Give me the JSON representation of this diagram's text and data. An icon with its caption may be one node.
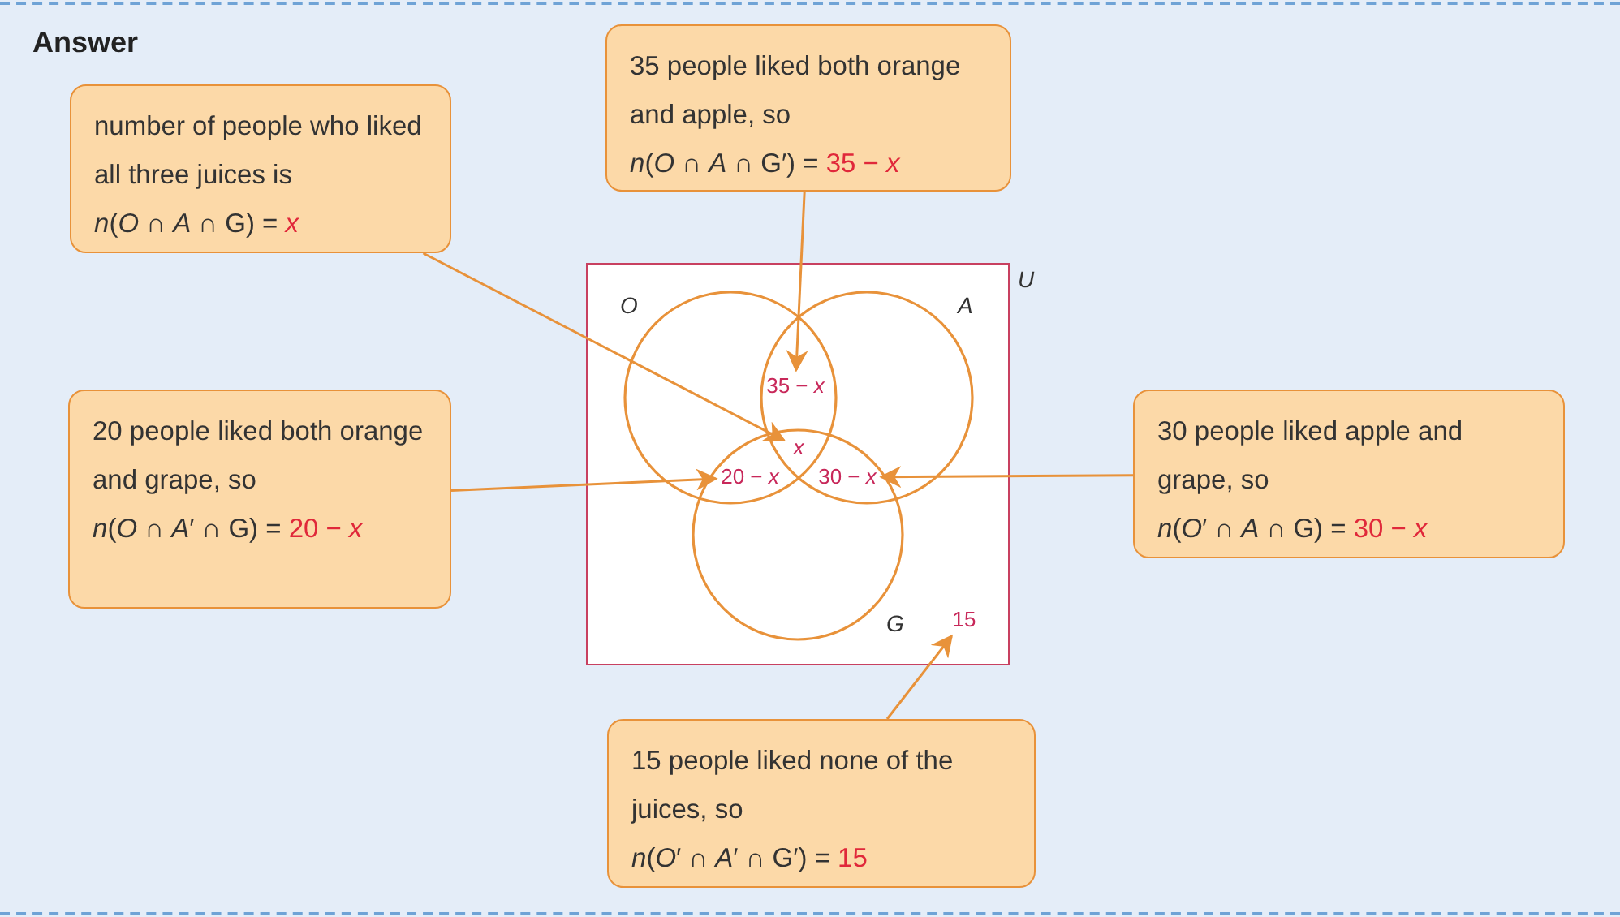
{
  "diagram": {
    "title": "Answer",
    "nodes": [
      {
        "text": [
          "35 people liked both orange and apple, so",
          "*n*(*O* ∩ *A* ∩ G′) = 35 − *x*"
        ]
      },
      {
        "text": [
          "number of people who liked all three juices is",
          "*n*(*O* ∩ *A* ∩ G) = *x*"
        ]
      },
      {
        "text": [],
        "shape": "box"
      },
      {
        "text": [],
        "shape": "circle",
        "in": 2
      },
      {
        "text": [],
        "shape": "circle",
        "in": 2
      },
      {
        "text": [],
        "shape": "circle",
        "in": 2
      },
      {
        "text": [
          "35 − *x*"
        ]
      },
      {
        "text": [
          "x"
        ]
      },
      {
        "text": [
          "20 − *x*"
        ]
      },
      {
        "text": [
          "30 − *x*"
        ]
      },
      {
        "text": [
          "15"
        ],
        "in": 2
      },
      {
        "text": [
          "20 people liked both orange and grape, so",
          "*n*(*O* ∩ *A*′ ∩ G) = 20 − *x*"
        ]
      },
      {
        "text": [
          "30 people liked apple and grape, so",
          "*n*(*O*′ ∩ *A* ∩ G) = 30 − *x*"
        ]
      },
      {
        "text": [
          "15 people liked none of the juices, so",
          "*n*(*O*′ ∩ *A*′ ∩ G′) = 15"
        ]
      }
    ],
    "edges": [
      {
        "from": 0,
        "to": 6,
        "arrow": "to"
      },
      {
        "from": 1,
        "to": 7,
        "arrow": "to"
      },
      {
        "from": 11,
        "to": 8,
        "arrow": "to"
      },
      {
        "from": 12,
        "to": 9,
        "arrow": "to"
      },
      {
        "from": 13,
        "to": 10,
        "arrow": "to"
      }
    ],
    "labels": [
      "U",
      "O",
      "A",
      "G"
    ]
  }
}
